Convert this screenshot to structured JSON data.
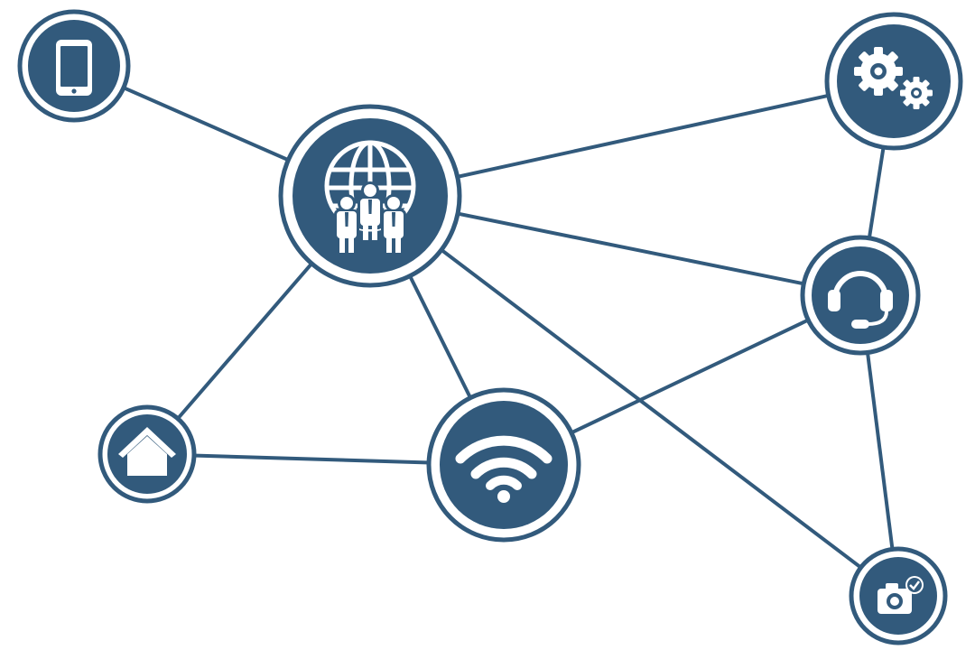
{
  "diagram": {
    "colors": {
      "background": "#ffffff",
      "primary": "#325a7c",
      "foreground": "#ffffff"
    },
    "nodes": [
      {
        "id": "tablet",
        "icon": "tablet-icon"
      },
      {
        "id": "global-team",
        "icon": "globe-people-icon"
      },
      {
        "id": "settings",
        "icon": "gears-icon"
      },
      {
        "id": "support",
        "icon": "headset-icon"
      },
      {
        "id": "home",
        "icon": "home-icon"
      },
      {
        "id": "wifi",
        "icon": "wifi-icon"
      },
      {
        "id": "camera",
        "icon": "camera-check-icon"
      }
    ],
    "edges": [
      {
        "from": "tablet",
        "to": "global-team"
      },
      {
        "from": "global-team",
        "to": "settings"
      },
      {
        "from": "global-team",
        "to": "support"
      },
      {
        "from": "global-team",
        "to": "home"
      },
      {
        "from": "global-team",
        "to": "wifi"
      },
      {
        "from": "global-team",
        "to": "camera"
      },
      {
        "from": "settings",
        "to": "support"
      },
      {
        "from": "support",
        "to": "wifi"
      },
      {
        "from": "support",
        "to": "camera"
      },
      {
        "from": "home",
        "to": "wifi"
      }
    ]
  }
}
